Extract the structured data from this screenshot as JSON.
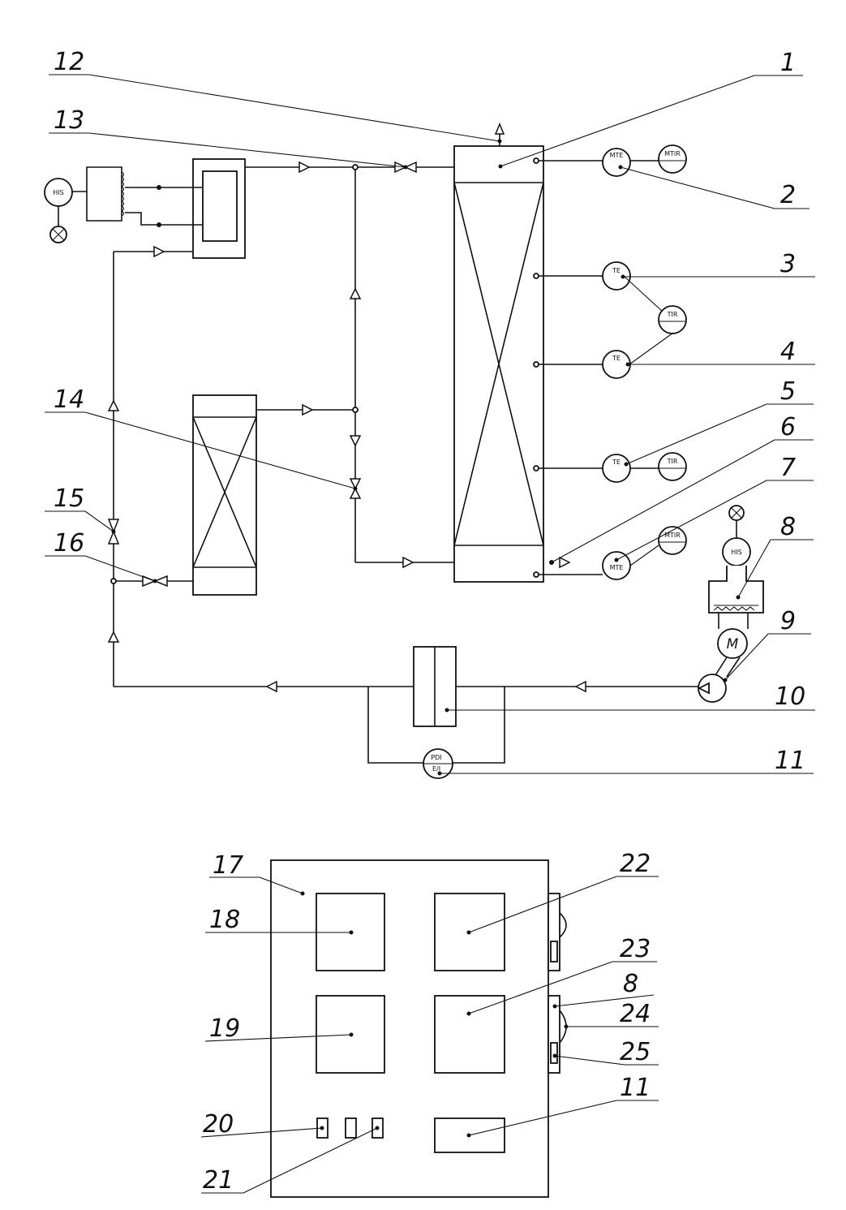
{
  "labels": {
    "l1": "1",
    "l2": "2",
    "l3": "3",
    "l4": "4",
    "l5": "5",
    "l6": "6",
    "l7": "7",
    "l8": "8",
    "l9": "9",
    "l10": "10",
    "l11": "11",
    "l12": "12",
    "l13": "13",
    "l14": "14",
    "l15": "15",
    "l16": "16",
    "l17": "17",
    "l18": "18",
    "l19": "19",
    "l20": "20",
    "l21": "21",
    "l22": "22",
    "l23": "23",
    "l8b": "8",
    "l24": "24",
    "l25": "25",
    "l11b": "11"
  },
  "instruments": {
    "hs_left": "HIS",
    "mte_top": "MTE",
    "mtr_top": "MTIR",
    "te_3": "TE",
    "tir_mid": "TIR",
    "te_4": "TE",
    "te_5": "TE",
    "tir_5": "TIR",
    "mte_bot": "MTE",
    "mtr_bot": "MTIR",
    "hs_right": "HIS",
    "motor": "M",
    "pdi_top": "PDI",
    "pdi_bot": "E/I"
  }
}
